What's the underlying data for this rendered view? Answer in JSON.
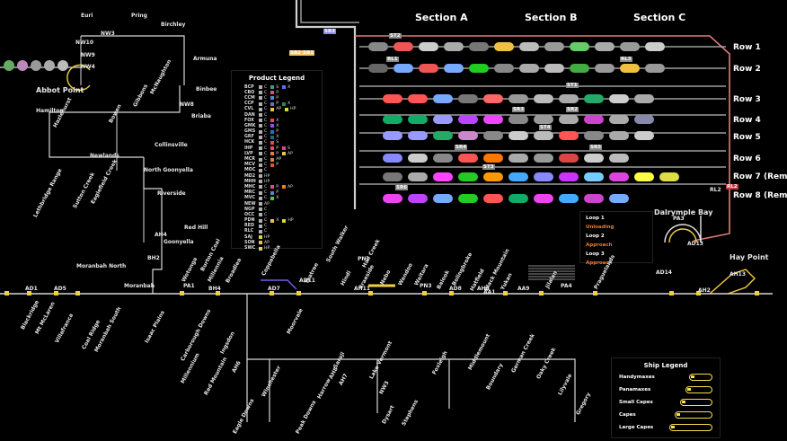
{
  "title_region": "Abbot Point",
  "sections": [
    "Section A",
    "Section B",
    "Section C"
  ],
  "rows": [
    "Row 1",
    "Row 2",
    "Row 3",
    "Row 4",
    "Row 5",
    "Row 6",
    "Row 7 (Rem",
    "Row 8 (Rem"
  ],
  "port_labels": {
    "dalrymple": "Dalrymple Bay",
    "hay": "Hay Point",
    "abbot": "Abbot Point"
  },
  "machines": [
    "ST2",
    "RL1",
    "RL3",
    "ST1",
    "SR3",
    "SR2",
    "ST4",
    "SR4",
    "SR5",
    "ST3",
    "SR6",
    "RL2",
    "SB3",
    "SB2",
    "SB1"
  ],
  "machine_colors": {
    "ST2": "#888888",
    "RL1": "#888888",
    "RL3": "#888888",
    "ST1": "#888888",
    "SR3": "#888888",
    "SR2": "#888888",
    "ST4": "#888888",
    "SR4": "#888888",
    "SR5": "#888888",
    "ST3": "#888888",
    "SR6": "#888888",
    "RL2": "#c43b3b",
    "SB3": "#8a8ae8",
    "SB2": "#f0c070",
    "SB1": "#f0c070"
  },
  "product_legend": {
    "title": "Product Legend",
    "items": [
      {
        "code": "BCP",
        "c1": "#b0b0b0",
        "t1": "C",
        "c2": "#3a9c8c",
        "t2": "S",
        "c3": "#6a6ae8",
        "t3": "X"
      },
      {
        "code": "CBO",
        "c1": "#b0b0b0",
        "t1": "C",
        "c2": "#e8428a",
        "t2": "P",
        "c3": "",
        "t3": ""
      },
      {
        "code": "CCM",
        "c1": "#b0b0b0",
        "t1": "C",
        "c2": "#4a8ad8",
        "t2": "P",
        "c3": "",
        "t3": ""
      },
      {
        "code": "CCP",
        "c1": "#b0b0b0",
        "t1": "C",
        "c2": "#6a6ae8",
        "t2": "P",
        "c3": "#1b8a6a",
        "t3": "X"
      },
      {
        "code": "CVL",
        "c1": "#b0b0b0",
        "t1": "C",
        "c2": "#e8c34a",
        "t2": "AP",
        "c3": "#d8d840",
        "t3": "HP"
      },
      {
        "code": "DAN",
        "c1": "#b0b0b0",
        "t1": "C",
        "c2": "",
        "t2": "",
        "c3": "",
        "t3": ""
      },
      {
        "code": "FOX",
        "c1": "#b0b0b0",
        "t1": "C",
        "c2": "#e84a42",
        "t2": "X",
        "c3": "",
        "t3": ""
      },
      {
        "code": "GMK",
        "c1": "#b0b0b0",
        "t1": "C",
        "c2": "#9a4ae8",
        "t2": "X",
        "c3": "",
        "t3": ""
      },
      {
        "code": "GMS",
        "c1": "#b0b0b0",
        "t1": "C",
        "c2": "#2a6ad8",
        "t2": "P",
        "c3": "",
        "t3": ""
      },
      {
        "code": "GRF",
        "c1": "#b0b0b0",
        "t1": "C",
        "c2": "#1b6a8a",
        "t2": "X",
        "c3": "",
        "t3": ""
      },
      {
        "code": "HCK",
        "c1": "#b0b0b0",
        "t1": "C",
        "c2": "#e84a42",
        "t2": "S",
        "c3": "",
        "t3": ""
      },
      {
        "code": "IHP",
        "c1": "#b0b0b0",
        "t1": "C",
        "c2": "#e8428a",
        "t2": "P",
        "c3": "#e8428a",
        "t3": "S"
      },
      {
        "code": "LVP",
        "c1": "#b0b0b0",
        "t1": "C",
        "c2": "#f07a2a",
        "t2": "P",
        "c3": "#e8c34a",
        "t3": "AP"
      },
      {
        "code": "MCR",
        "c1": "#b0b0b0",
        "t1": "C",
        "c2": "#f07a2a",
        "t2": "AP",
        "c3": "",
        "t3": ""
      },
      {
        "code": "MCV",
        "c1": "#b0b0b0",
        "t1": "C",
        "c2": "#e84a42",
        "t2": "P",
        "c3": "",
        "t3": ""
      },
      {
        "code": "MOC",
        "c1": "#b0b0b0",
        "t1": "C",
        "c2": "",
        "t2": "",
        "c3": "",
        "t3": ""
      },
      {
        "code": "MD2",
        "c1": "#b0b0b0",
        "t1": "HP",
        "c2": "",
        "t2": "",
        "c3": "",
        "t3": ""
      },
      {
        "code": "MHH",
        "c1": "#b0b0b0",
        "t1": "HP",
        "c2": "",
        "t2": "",
        "c3": "",
        "t3": ""
      },
      {
        "code": "MHC",
        "c1": "#b0b0b0",
        "t1": "C",
        "c2": "#e8428a",
        "t2": "P",
        "c3": "#f07a2a",
        "t3": "AP"
      },
      {
        "code": "MRC",
        "c1": "#b0b0b0",
        "t1": "C",
        "c2": "#4a8ad8",
        "t2": "P",
        "c3": "",
        "t3": ""
      },
      {
        "code": "MVC",
        "c1": "#b0b0b0",
        "t1": "C",
        "c2": "#4ac84a",
        "t2": "X",
        "c3": "",
        "t3": ""
      },
      {
        "code": "NEW",
        "c1": "#b0b0b0",
        "t1": "AP",
        "c2": "",
        "t2": "",
        "c3": "",
        "t3": ""
      },
      {
        "code": "NGP",
        "c1": "#b0b0b0",
        "t1": "C",
        "c2": "",
        "t2": "",
        "c3": "",
        "t3": ""
      },
      {
        "code": "OCC",
        "c1": "#b0b0b0",
        "t1": "C",
        "c2": "",
        "t2": "",
        "c3": "",
        "t3": ""
      },
      {
        "code": "PDN",
        "c1": "#b0b0b0",
        "t1": "C",
        "c2": "#e8c34a",
        "t2": "X",
        "c3": "#d8d840",
        "t3": "HP"
      },
      {
        "code": "RED",
        "c1": "#b0b0b0",
        "t1": "C",
        "c2": "",
        "t2": "",
        "c3": "",
        "t3": ""
      },
      {
        "code": "RLC",
        "c1": "#b0b0b0",
        "t1": "C",
        "c2": "",
        "t2": "",
        "c3": "",
        "t3": ""
      },
      {
        "code": "SAJ",
        "c1": "#d8d840",
        "t1": "HP",
        "c2": "",
        "t2": "",
        "c3": "",
        "t3": ""
      },
      {
        "code": "SON",
        "c1": "#e8c34a",
        "t1": "AP",
        "c2": "",
        "t2": "",
        "c3": "",
        "t3": ""
      },
      {
        "code": "SWC",
        "c1": "#d8d840",
        "t1": "HP",
        "c2": "",
        "t2": "",
        "c3": "",
        "t3": ""
      }
    ]
  },
  "loop_legend": {
    "items": [
      {
        "text": "Loop 1",
        "color": "#ffffff"
      },
      {
        "text": "Unloading",
        "color": "#f07a2a"
      },
      {
        "text": "Loop 2",
        "color": "#ffffff"
      },
      {
        "text": "Approach",
        "color": "#f07a2a"
      },
      {
        "text": "Loop 3",
        "color": "#ffffff"
      },
      {
        "text": "Approach",
        "color": "#f07a2a"
      }
    ]
  },
  "ship_legend": {
    "title": "Ship Legend",
    "items": [
      {
        "label": "Handymaxes",
        "size": "handymax"
      },
      {
        "label": "Panamaxes",
        "size": "panamax"
      },
      {
        "label": "Small Capes",
        "size": "smallcape"
      },
      {
        "label": "Capes",
        "size": "cape"
      },
      {
        "label": "Large Capes",
        "size": "largecape"
      }
    ]
  },
  "network_labels": {
    "upper": [
      {
        "name": "Euri"
      },
      {
        "name": "Pring"
      },
      {
        "name": "Birchley"
      },
      {
        "name": "NW10"
      },
      {
        "name": "NW3"
      },
      {
        "name": "NW9"
      },
      {
        "name": "NW4"
      },
      {
        "name": "Armuna"
      },
      {
        "name": "Binbee"
      },
      {
        "name": "NW8"
      },
      {
        "name": "Briaba"
      },
      {
        "name": "Collinsville"
      },
      {
        "name": "Newlands"
      },
      {
        "name": "North Goonyella"
      },
      {
        "name": "Riverside"
      },
      {
        "name": "Red Hill"
      },
      {
        "name": "Goonyella"
      },
      {
        "name": "Moranbah North"
      },
      {
        "name": "Moranbah"
      },
      {
        "name": "Hazlehurst"
      },
      {
        "name": "Bowen"
      },
      {
        "name": "Gibbons"
      },
      {
        "name": "McNaughton"
      },
      {
        "name": "Hamilton"
      },
      {
        "name": "Lethbridge Range"
      },
      {
        "name": "Sutton Creek"
      },
      {
        "name": "Eaglefield Creek"
      },
      {
        "name": "AH4"
      },
      {
        "name": "BH2"
      }
    ],
    "mainline": [
      {
        "name": "AD1"
      },
      {
        "name": "AD5"
      },
      {
        "name": "PA1"
      },
      {
        "name": "BH4"
      },
      {
        "name": "AD7"
      },
      {
        "name": "AD11"
      },
      {
        "name": "AH11"
      },
      {
        "name": "PN3"
      },
      {
        "name": "AD8"
      },
      {
        "name": "AH8"
      },
      {
        "name": "AA1"
      },
      {
        "name": "AA9"
      },
      {
        "name": "PA4"
      },
      {
        "name": "AD14"
      },
      {
        "name": "AH2"
      },
      {
        "name": "AH13"
      },
      {
        "name": "PA3"
      },
      {
        "name": "AD13"
      },
      {
        "name": "PN1"
      },
      {
        "name": "RL2"
      }
    ],
    "above_main": [
      {
        "name": "Wotonga"
      },
      {
        "name": "Burton Coal"
      },
      {
        "name": "Millennia"
      },
      {
        "name": "Broadlea"
      },
      {
        "name": "Coppabella"
      },
      {
        "name": "Teatree"
      },
      {
        "name": "South Walker"
      },
      {
        "name": "Hail Creek"
      },
      {
        "name": "Hindi"
      },
      {
        "name": "Braeside"
      },
      {
        "name": "Nebo"
      },
      {
        "name": "Wandoo"
      },
      {
        "name": "Waitara"
      },
      {
        "name": "Balook"
      },
      {
        "name": "Bolingbroke"
      },
      {
        "name": "Hatfield"
      },
      {
        "name": "Black Mountain"
      },
      {
        "name": "Yukan"
      },
      {
        "name": "Jilalan"
      },
      {
        "name": "Praguelands"
      }
    ],
    "below_main": [
      {
        "name": "Blackridge"
      },
      {
        "name": "Mt McLaren"
      },
      {
        "name": "Villafranca"
      },
      {
        "name": "Coal Ridge"
      },
      {
        "name": "Moranbah South"
      },
      {
        "name": "Isaac Plains"
      },
      {
        "name": "Carborough Downs"
      },
      {
        "name": "Ingsdon"
      },
      {
        "name": "Moorvale"
      },
      {
        "name": "Millennium"
      },
      {
        "name": "Red Mountain"
      },
      {
        "name": "Winchester"
      },
      {
        "name": "Harrow"
      },
      {
        "name": "Saraji"
      },
      {
        "name": "Lake Vermont"
      },
      {
        "name": "Foxleigh"
      },
      {
        "name": "Middlemount"
      },
      {
        "name": "Boundary"
      },
      {
        "name": "German Creek"
      },
      {
        "name": "Oaky Creek"
      },
      {
        "name": "Lilyvale"
      },
      {
        "name": "Gregory"
      },
      {
        "name": "Dysart"
      },
      {
        "name": "Stephens"
      },
      {
        "name": "Eagle Downs"
      },
      {
        "name": "Peak Downs"
      },
      {
        "name": "AH8"
      },
      {
        "name": "AH7"
      },
      {
        "name": "NW3"
      },
      {
        "name": "AH6"
      }
    ]
  }
}
